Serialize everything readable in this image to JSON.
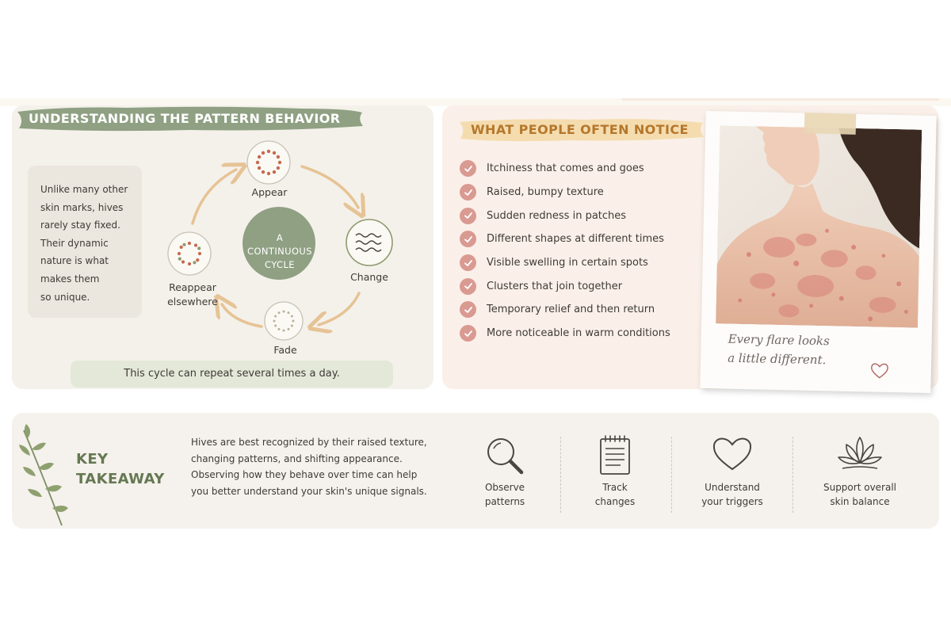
{
  "left_panel": {
    "title": "UNDERSTANDING THE PATTERN BEHAVIOR",
    "intro_lines": [
      "Unlike many other",
      "skin marks, hives",
      "rarely stay fixed.",
      "Their dynamic",
      "nature is what",
      "makes them",
      "so unique."
    ],
    "cycle": {
      "center_lines": [
        "A",
        "CONTINUOUS",
        "CYCLE"
      ],
      "stages": {
        "appear": "Appear",
        "change": "Change",
        "fade": "Fade",
        "reappear_lines": [
          "Reappear",
          "elsewhere"
        ]
      }
    },
    "note": "This cycle can repeat several times a day."
  },
  "right_panel": {
    "title": "WHAT PEOPLE OFTEN NOTICE",
    "items": [
      "Itchiness that comes and goes",
      "Raised, bumpy texture",
      "Sudden redness in patches",
      "Different shapes at different times",
      "Visible swelling in certain spots",
      "Clusters that join together",
      "Temporary relief and then return",
      "More noticeable in warm conditions"
    ],
    "caption_lines": [
      "Every flare looks",
      "a little different."
    ]
  },
  "key_takeaway": {
    "title_lines": [
      "KEY",
      "TAKEAWAY"
    ],
    "body_lines": [
      "Hives are best recognized by their raised texture,",
      "changing patterns, and shifting appearance.",
      "Observing how they behave over time can help",
      "you better understand your skin's unique signals."
    ],
    "features": [
      {
        "icon": "magnifier-icon",
        "lines": [
          "Observe",
          "patterns"
        ]
      },
      {
        "icon": "notepad-icon",
        "lines": [
          "Track",
          "changes"
        ]
      },
      {
        "icon": "heart-icon",
        "lines": [
          "Understand",
          "your triggers"
        ]
      },
      {
        "icon": "lotus-icon",
        "lines": [
          "Support overall",
          "skin balance"
        ]
      }
    ]
  },
  "colors": {
    "sage": "#8fa083",
    "sage_dark": "#657852",
    "tan_arrow": "#e6c395",
    "rose_check": "#d99a92",
    "honey_brush": "#f5dcae",
    "dot_red": "#c66a4f",
    "dot_olive": "#8e9a6f"
  }
}
